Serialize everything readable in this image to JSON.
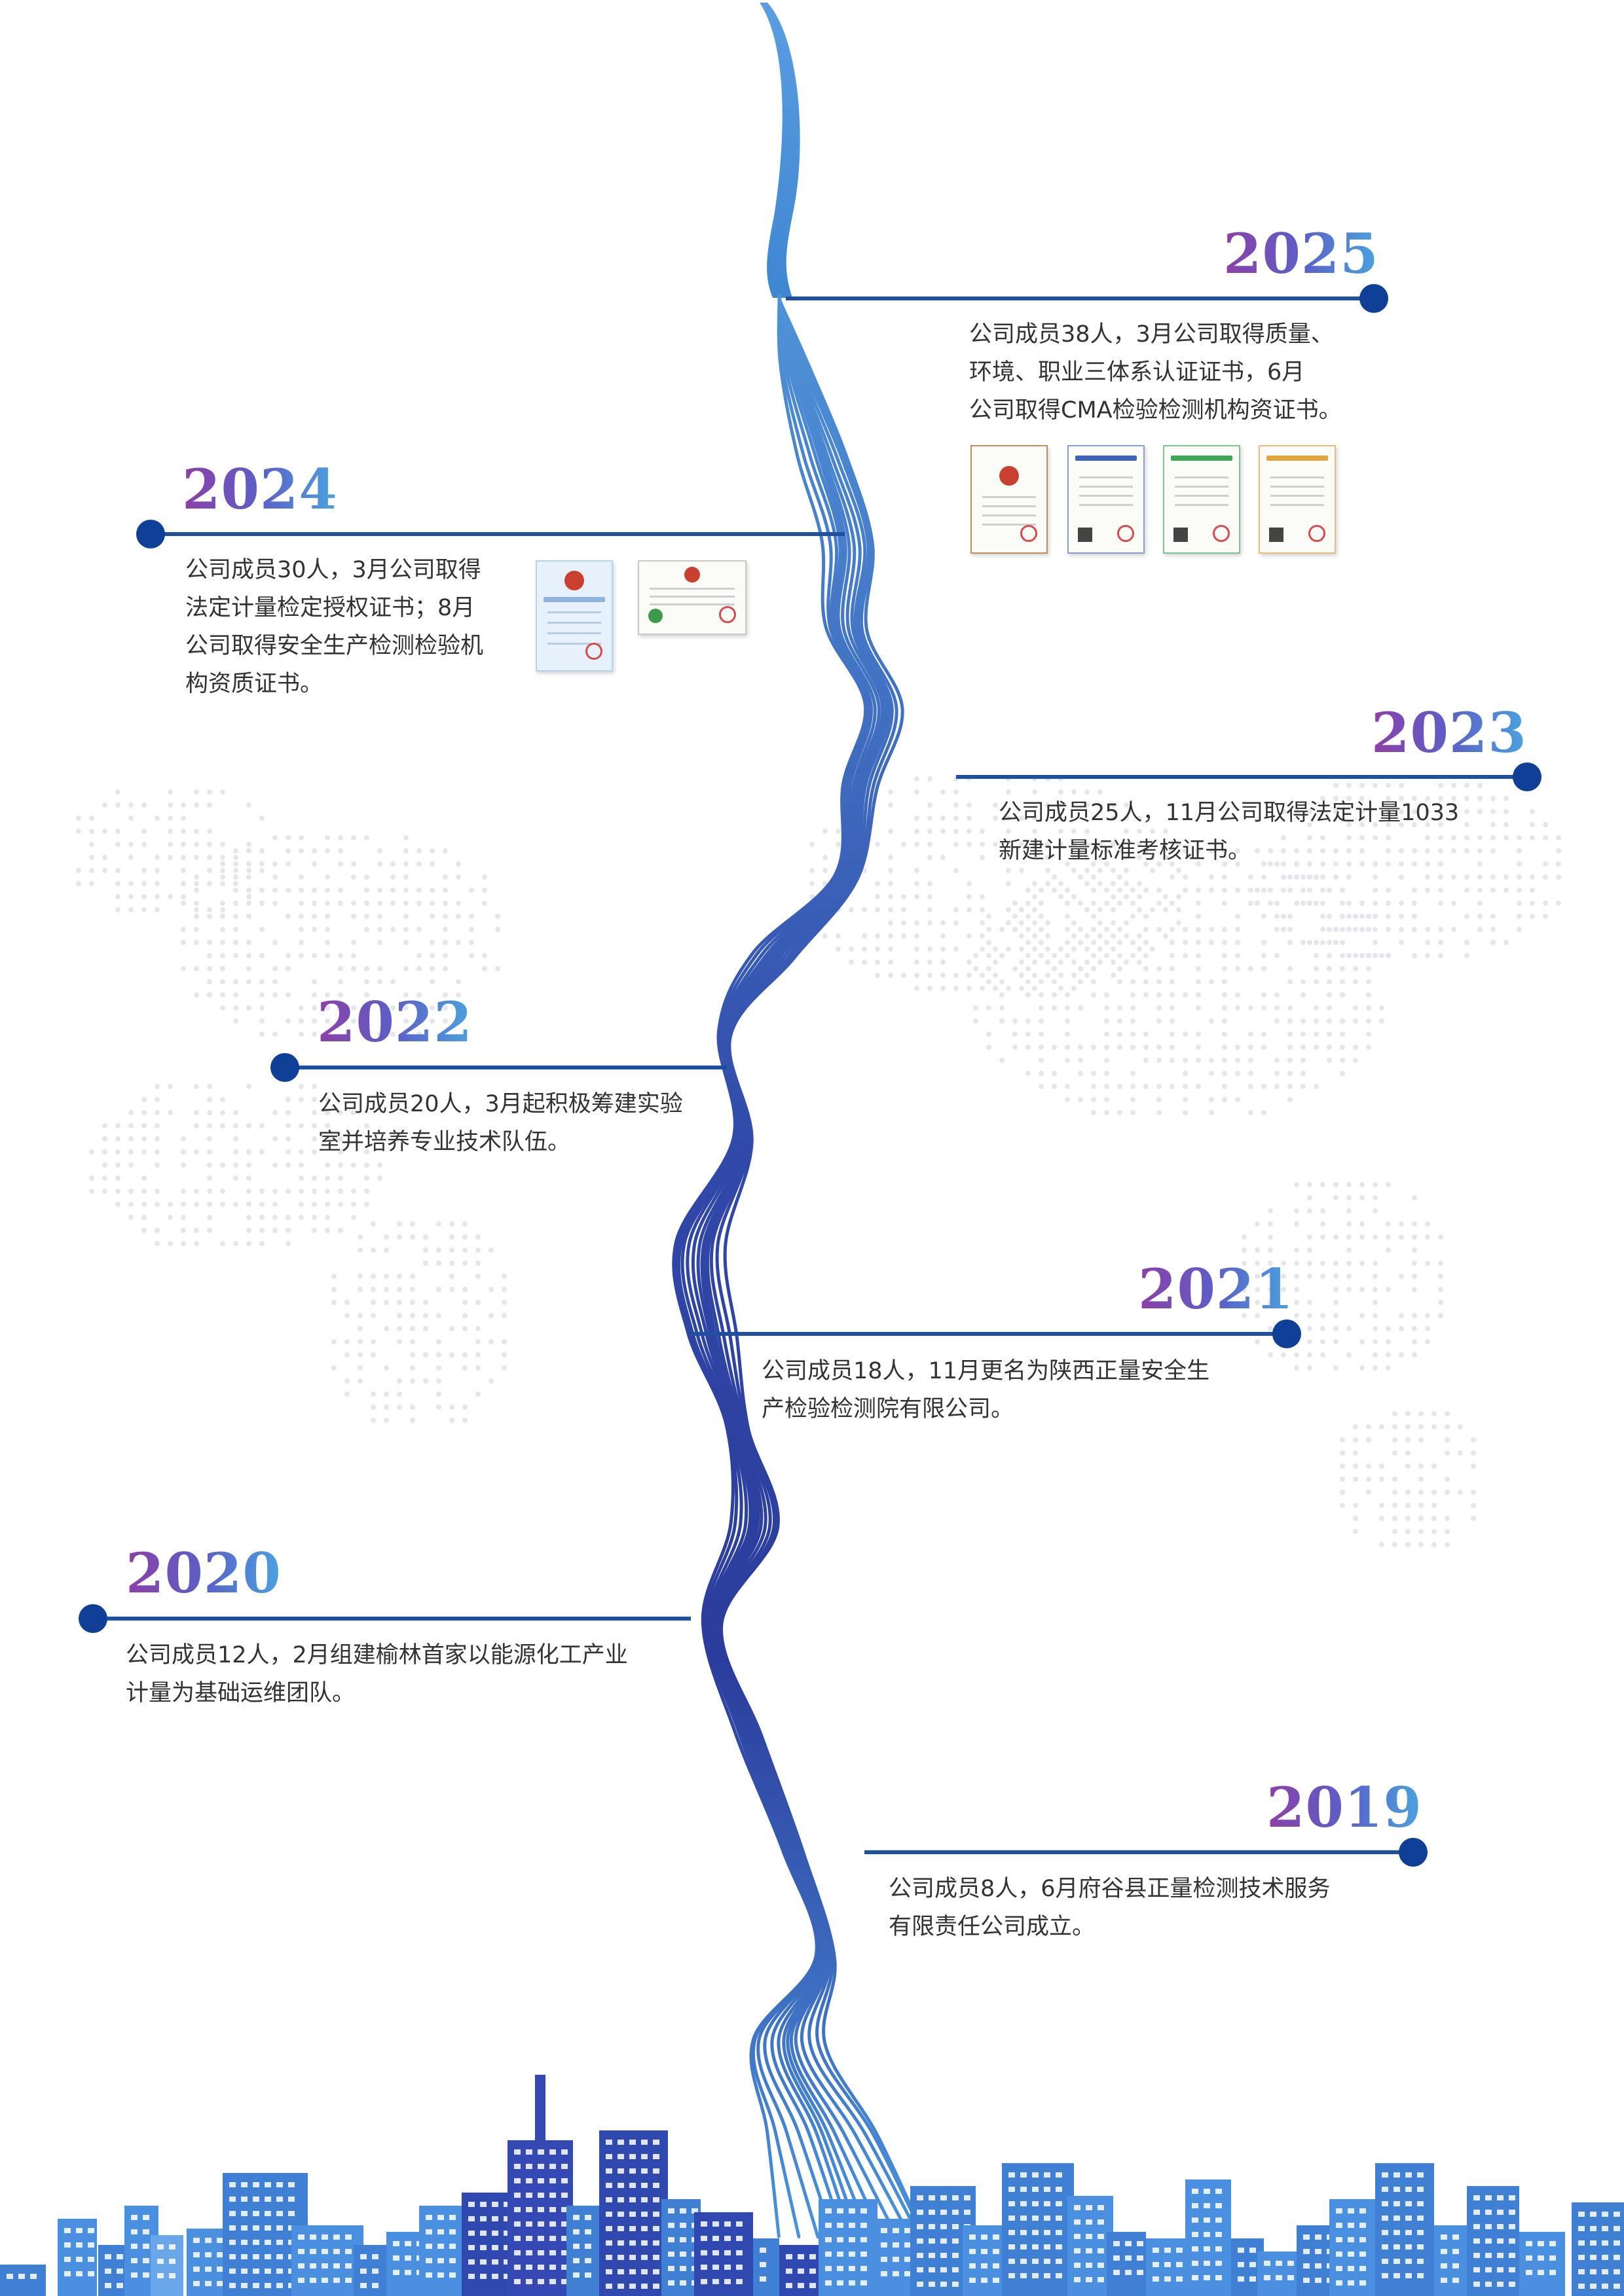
{
  "milestones": [
    {
      "year": "2025",
      "text_lines": [
        "公司成员38人，3月公司取得质量、",
        "环境、职业三体系认证证书，6月",
        "公司取得CMA检验检测机构资证书。"
      ]
    },
    {
      "year": "2024",
      "text_lines": [
        "公司成员30人，3月公司取得",
        "法定计量检定授权证书；8月",
        "公司取得安全生产检测检验机",
        "构资质证书。"
      ]
    },
    {
      "year": "2023",
      "text_lines": [
        "公司成员25人，11月公司取得法定计量1033",
        "新建计量标准考核证书。"
      ]
    },
    {
      "year": "2022",
      "text_lines": [
        "公司成员20人，3月起积极筹建实验",
        "室并培养专业技术队伍。"
      ]
    },
    {
      "year": "2021",
      "text_lines": [
        "公司成员18人，11月更名为陕西正量安全生",
        "产检验检测院有限公司。"
      ]
    },
    {
      "year": "2020",
      "text_lines": [
        "公司成员12人，2月组建榆林首家以能源化工产业",
        "计量为基础运维团队。"
      ]
    },
    {
      "year": "2019",
      "text_lines": [
        "公司成员8人，6月府谷县正量检测技术服务",
        "有限责任公司成立。"
      ]
    }
  ],
  "colors": {
    "timeline_line": "#1d4fa3",
    "dot": "#0f3f96",
    "ribbon_light": "#4f93d8",
    "ribbon_dark": "#2b3c9c",
    "year_gradient": [
      "#8e3fa8",
      "#5b5fc7",
      "#4aa3df"
    ],
    "skyline_light": "#4a8fe0",
    "skyline_dark": "#2f49b0",
    "world_dots": "#e2e4ea"
  }
}
